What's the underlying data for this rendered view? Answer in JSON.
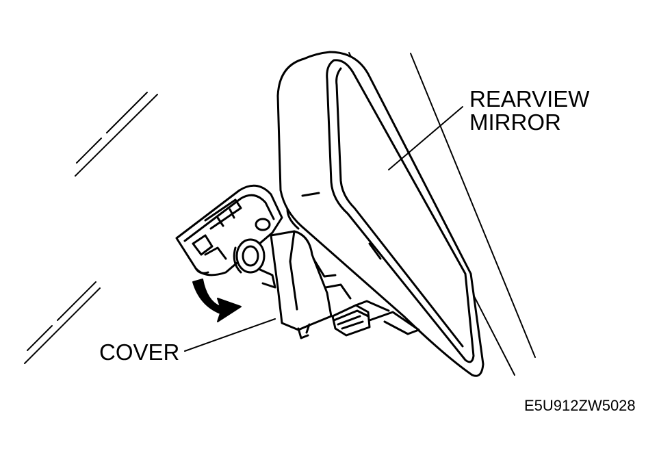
{
  "labels": {
    "rearview_mirror_line1": "REARVIEW",
    "rearview_mirror_line2": "MIRROR",
    "cover": "COVER",
    "figure_code": "E5U912ZW5028"
  },
  "colors": {
    "line": "#000000",
    "background": "#ffffff"
  },
  "icons": {
    "rotation_arrow": "curved-arrow-icon"
  }
}
